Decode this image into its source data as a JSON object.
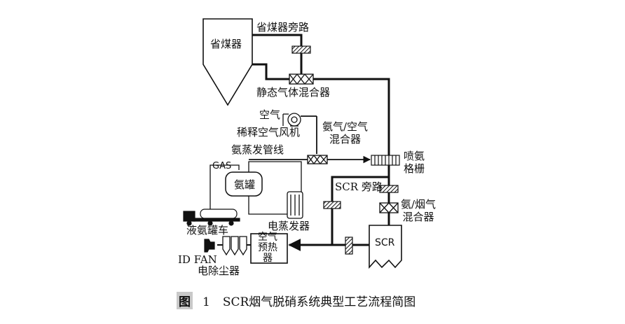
{
  "labels": {
    "economizer": "省煤器",
    "economizer_bypass": "省煤器旁路",
    "static_mixer": "静态气体混合器",
    "air": "空气",
    "dilution_fan": "稀释空气风机",
    "ammonia_air_mixer": [
      "氨气/空气",
      "混合器"
    ],
    "ammonia_steam_line": "氨蒸发管线",
    "ammonia_grid": [
      "喷氨",
      "格栅"
    ],
    "gas": "GAS",
    "ammonia_tank": "氨罐",
    "scr_bypass": "SCR 旁路",
    "ammonia_flue_mixer": [
      "氨/烟气",
      "混合器"
    ],
    "tanker_truck": "液氨罐车",
    "electric_evaporator": "电蒸发器",
    "scr": "SCR",
    "air_preheater": [
      "空气",
      "预热",
      "器"
    ],
    "id_fan": "ID FAN",
    "esp": "电除尘器"
  },
  "caption": {
    "tag": "图",
    "number": "1",
    "text": "SCR烟气脱硝系统典型工艺流程简图"
  }
}
